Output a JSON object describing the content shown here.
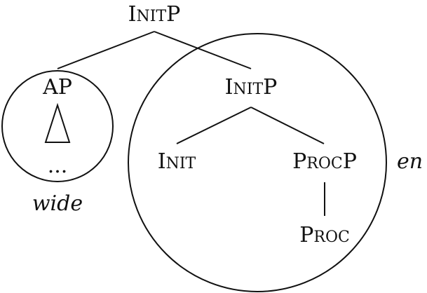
{
  "tree": {
    "root": {
      "label_cap": "I",
      "label_sc": "NIT",
      "label_tail": "P"
    },
    "ap": {
      "label": "AP",
      "ellipsis": "..."
    },
    "init_p_inner": {
      "label_cap": "I",
      "label_sc": "NIT",
      "label_tail": "P"
    },
    "init": {
      "label_cap": "I",
      "label_sc": "NIT"
    },
    "proc_p": {
      "label_cap": "P",
      "label_sc": "ROC",
      "label_tail": "P"
    },
    "proc": {
      "label_cap": "P",
      "label_sc": "ROC"
    }
  },
  "annotations": {
    "wide": "wide",
    "en": "en"
  }
}
